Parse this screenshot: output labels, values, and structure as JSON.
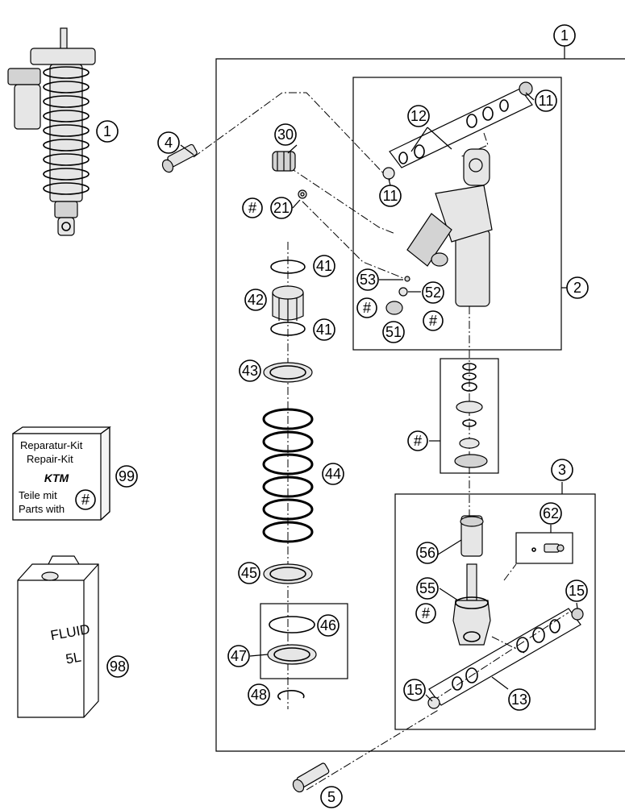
{
  "callouts": {
    "c1": "1",
    "c2": "2",
    "c3": "3",
    "c4": "4",
    "c5": "5",
    "c11": "11",
    "c12": "12",
    "c13": "13",
    "c15": "15",
    "c21": "21",
    "c30": "30",
    "c41": "41",
    "c42": "42",
    "c43": "43",
    "c44": "44",
    "c45": "45",
    "c46": "46",
    "c47": "47",
    "c48": "48",
    "c51": "51",
    "c52": "52",
    "c53": "53",
    "c55": "55",
    "c56": "56",
    "c62": "62",
    "c98": "98",
    "c99": "99",
    "hash": "#"
  },
  "kit": {
    "line1": "Reparatur-Kit",
    "line2": "Repair-Kit",
    "brand": "KTM",
    "line3": "Teile mit",
    "line4": "Parts with"
  },
  "fluid": {
    "line1": "FLUID",
    "line2": "5L"
  }
}
